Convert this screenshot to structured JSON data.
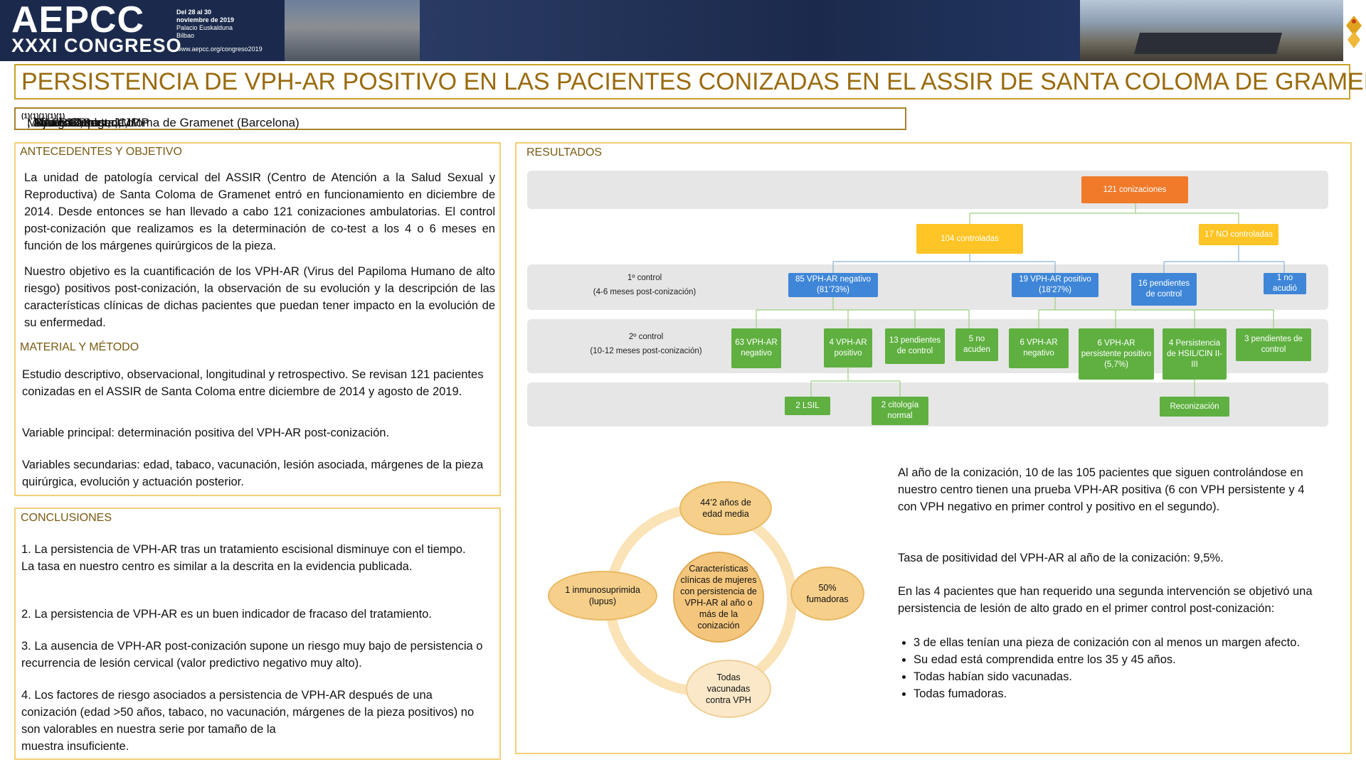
{
  "banner": {
    "aepcc": "AEPCC",
    "congreso": "XXXI CONGRESO",
    "date_line1": "Del 28 al 30",
    "date_line2": "noviembre de 2019",
    "date_line3": "Palacio Euskalduna",
    "date_line4": "Bilbao",
    "url": "www.aepcc.org/congreso2019"
  },
  "title": "PERSISTENCIA DE VPH-AR POSITIVO EN LAS PACIENTES CONIZADAS EN EL ASSIR DE SANTA COLOMA DE GRAMENET",
  "authors": {
    "a1": "Mitjans Carrasco, J ",
    "a2": "; Abad Gil, I ",
    "a3": "; Luis Labrador, J",
    "a4": "; Vinagre Brugada, MP",
    "a5": "; Blasco Zapater, MP ",
    "a6": ". 1 ASSIR Santa Coloma de Gramenet (Barcelona)",
    "sup": "(1)"
  },
  "antecedentes": {
    "heading": "ANTECEDENTES Y OBJETIVO",
    "p1": "La unidad de patología cervical del ASSIR (Centro de Atención a la Salud Sexual y Reproductiva) de Santa Coloma de Gramenet entró en funcionamiento en diciembre de 2014. Desde entonces se han llevado a cabo 121 conizaciones ambulatorias. El control post-conización que realizamos es la determinación de co-test a los 4 o 6 meses en función de los márgenes quirúrgicos de la pieza.",
    "p2": "Nuestro objetivo es la cuantificación de los VPH-AR (Virus del Papiloma Humano de alto riesgo) positivos post-conización, la observación de su evolución y la descripción de las características clínicas de dichas pacientes que puedan tener impacto en la evolución de su enfermedad."
  },
  "material": {
    "heading": "MATERIAL Y MÉTODO",
    "p1": "Estudio descriptivo, observacional, longitudinal y retrospectivo. Se revisan 121 pacientes conizadas en el ASSIR de Santa Coloma entre diciembre de 2014 y agosto de 2019.",
    "p2": "Variable principal: determinación positiva del VPH-AR post-conización.",
    "p3": "Variables secundarias: edad, tabaco, vacunación, lesión asociada, márgenes de la pieza quirúrgica, evolución y actuación posterior."
  },
  "conclusiones": {
    "heading": "CONCLUSIONES",
    "c1": "1. La persistencia de VPH-AR tras un tratamiento escisional disminuye con el tiempo. La tasa en nuestro centro es similar a la descrita en la evidencia publicada.",
    "c2": "2. La persistencia de VPH-AR es un buen indicador de fracaso del tratamiento.",
    "c3": "3. La ausencia de VPH-AR post-conización supone un riesgo muy bajo de persistencia o recurrencia de lesión cervical (valor predictivo negativo muy alto).",
    "c4a": "4. Los factores de riesgo asociados a persistencia de VPH-AR después de una conización (edad >50 años, tabaco, no vacunación, márgenes de la pieza positivos) no son valorables en nuestra serie por tamaño de la",
    "c4b": "muestra insuficiente."
  },
  "resultados": {
    "heading": "RESULTADOS",
    "flow": {
      "root": "121 conizaciones",
      "controladas": "104 controladas",
      "no_controladas": "17 NO controladas",
      "band1_a": "1º control",
      "band1_b": "(4-6 meses post-conización)",
      "band2_a": "2º control",
      "band2_b": "(10-12 meses post-conización)",
      "neg": "85 VPH-AR negativo (81’73%)",
      "pos": "19 VPH-AR positivo (18’27%)",
      "pend16": "16 pendientes de control",
      "noacudio": "1 no acudió",
      "n63": "63 VPH-AR negativo",
      "n4pos": "4 VPH-AR positivo",
      "n13": "13 pendientes de control",
      "n5": "5 no acuden",
      "n6neg": "6 VPH-AR negativo",
      "n6pers": "6 VPH-AR persistente positivo (5,7%)",
      "n4hsil": "4 Persistencia de HSIL/CIN II-III",
      "n3pend": "3 pendientes de control",
      "lsil": "2 LSIL",
      "citol": "2 citología normal",
      "recon": "Reconización"
    },
    "circle": {
      "center": "Características clínicas de mujeres con persistencia de VPH-AR al año o más de la conización",
      "top": "44’2 años de edad media",
      "right": "50% fumadoras",
      "bottom": "Todas vacunadas contra VPH",
      "left": "1 inmunosuprimida (lupus)"
    },
    "text1": "Al año de la conización, 10 de las 105 pacientes que siguen controlándose en nuestro centro tienen una prueba VPH-AR positiva (6 con VPH persistente y 4 con VPH negativo en primer control y positivo en el segundo).",
    "text2": "Tasa de positividad del VPH-AR al año de la conización: 9,5%.",
    "text3": "En las 4 pacientes que han requerido una segunda intervención se objetivó una persistencia de lesión de alto grado en el primer control post-conización:",
    "bullets": [
      "3 de ellas tenían una pieza de conización con al menos un margen afecto.",
      "Su edad está comprendida entre los 35 y 45 años.",
      "Todas habían sido vacunadas.",
      "Todas fumadoras."
    ]
  },
  "colors": {
    "gold": "#c9a227",
    "title": "#9a6a0d",
    "orange": "#f07a2a",
    "yellow": "#ffc425",
    "blue": "#3f86d8",
    "green": "#5fb040"
  }
}
